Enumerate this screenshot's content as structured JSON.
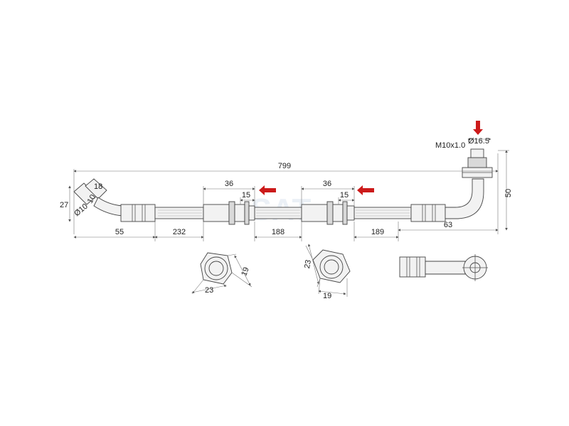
{
  "dimensions": {
    "total_length": "799",
    "left_fitting_length": "55",
    "left_fitting_height": "27",
    "left_hex": "18",
    "left_bore": "10",
    "left_bore_dia": "Ø10",
    "seg1": "232",
    "bracket1_width": "36",
    "bracket1_step": "15",
    "seg2": "188",
    "bracket2_width": "36",
    "bracket2_step": "15",
    "seg3": "189",
    "right_fitting_length": "63",
    "right_height": "50",
    "thread": "M10x1.0",
    "right_dia": "Ø16.5"
  },
  "sections": {
    "bracket1_a": "23",
    "bracket1_b": "19",
    "bracket2_a": "23",
    "bracket2_b": "19"
  },
  "colors": {
    "arrow": "#cc1a1a",
    "line": "#555555",
    "watermark": "#c8d6e6"
  },
  "watermark": {
    "text": "SAT"
  }
}
